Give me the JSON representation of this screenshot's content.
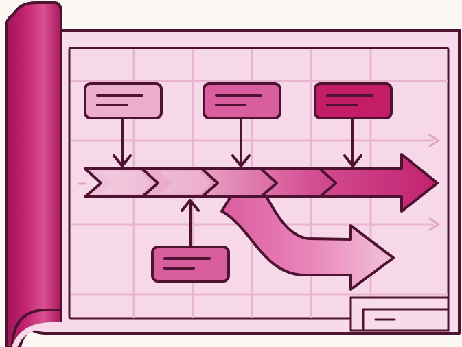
{
  "diagram": {
    "kind": "roadmap-blueprint-illustration",
    "colors": {
      "background": "#fbf8f3",
      "sheet_fill": "#f8dbea",
      "sheet_inner": "#f7d8e8",
      "outline": "#4f1332",
      "grid": "#e8b4cf",
      "roll_dark": "#c01f6d",
      "roll_light": "#d94f90",
      "card_light": "#ecaecd",
      "card_medium": "#d95e9d",
      "card_dark": "#c41d68",
      "arrow_light": "#f2c5dc",
      "arrow_mid": "#e48bb7",
      "arrow_dark": "#c4236f",
      "branch_light": "#e06aa6",
      "branch_end": "#f0bfd8"
    },
    "grid_columns": 5,
    "grid_rows": 4,
    "timeline_segments": 5,
    "callout_cards": 4,
    "card_lines_per_card": 2,
    "direction_arrows": 2,
    "corner_stamp": true
  }
}
